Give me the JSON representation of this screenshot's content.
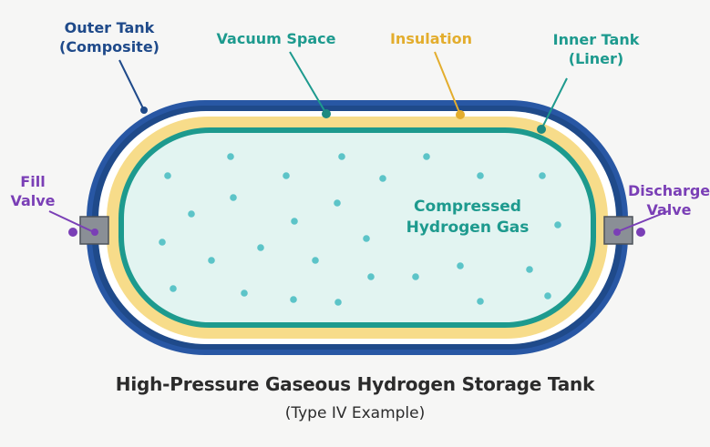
{
  "labels": {
    "outer_tank": [
      "Outer Tank",
      "(Composite)"
    ],
    "vacuum_space": "Vacuum Space",
    "insulation": "Insulation",
    "inner_tank": [
      "Inner Tank",
      "(Liner)"
    ],
    "fill_valve": [
      "Fill",
      "Valve"
    ],
    "discharge_valve": [
      "Discharge",
      "Valve"
    ],
    "gas": [
      "Compressed",
      "Hydrogen Gas"
    ]
  },
  "title": "High-Pressure Gaseous Hydrogen Storage Tank",
  "subtitle": "(Type IV Example)",
  "colors": {
    "outer_tank": "#1f4a8a",
    "vacuum": "#ffffff",
    "insulation": "#f7dc8a",
    "inner_tank": "#1d9a8e",
    "gas_fill": "#e2f4f1",
    "molecule": "#5cc4c8",
    "valve": "#8a8f96",
    "valve_leader": "#7a3fb6",
    "background": "#f6f6f5"
  },
  "icons": {
    "molecules": "hydrogen-molecule-dot",
    "valves": "valve-block"
  }
}
